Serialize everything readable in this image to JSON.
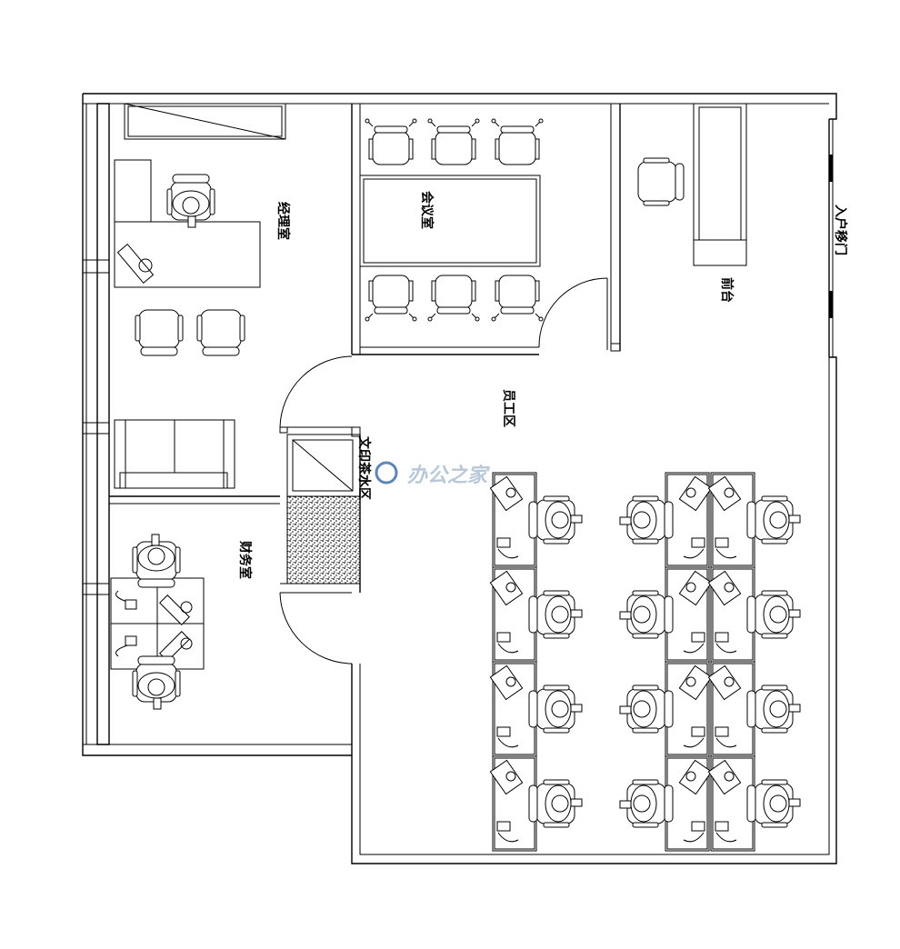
{
  "rooms": {
    "manager": "经理室",
    "meeting": "会议室",
    "reception": "前台",
    "staff": "员工区",
    "copy": "文印茶水区",
    "finance": "财务室",
    "entrance": "入户移门"
  },
  "watermark": "办公之家",
  "colors": {
    "line": "#000000",
    "watermark": "#b9c8d8",
    "logo": "#5b86b5"
  }
}
